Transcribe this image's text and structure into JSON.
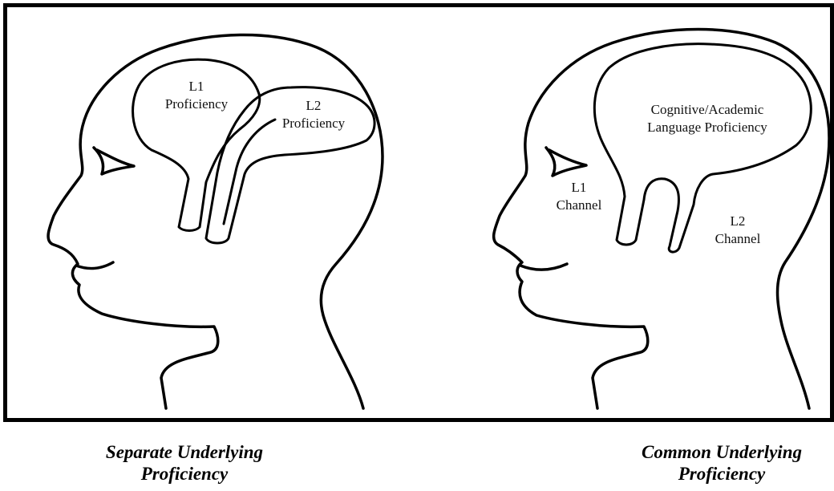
{
  "separate": {
    "l1_line1": "L1",
    "l1_line2": "Proficiency",
    "l2_line1": "L2",
    "l2_line2": "Proficiency",
    "caption_line1": "Separate Underlying",
    "caption_line2": "Proficiency"
  },
  "common": {
    "cap_line1": "Cognitive/Academic",
    "cap_line2": "Language Proficiency",
    "l1_line1": "L1",
    "l1_line2": "Channel",
    "l2_line1": "L2",
    "l2_line2": "Channel",
    "caption_line1": "Common Underlying",
    "caption_line2": "Proficiency"
  }
}
